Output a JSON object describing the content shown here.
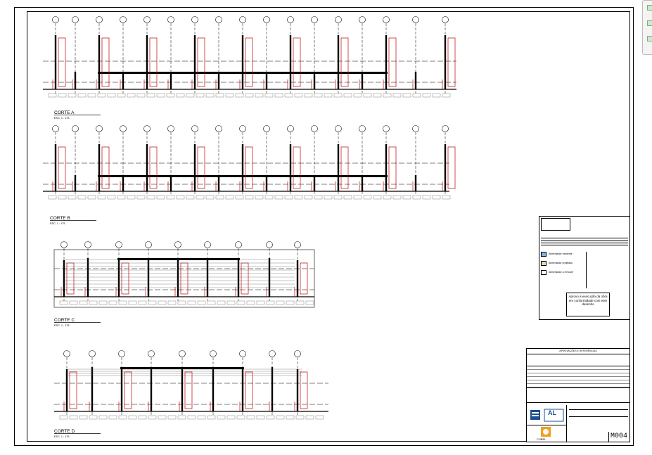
{
  "sections": [
    {
      "id": "A",
      "title": "CORTE A",
      "scale": "ESC. 1 : 175"
    },
    {
      "id": "B",
      "title": "CORTE B",
      "scale": "ESC. 1 : 175"
    },
    {
      "id": "C",
      "title": "CORTE C",
      "scale": "ESC. 1 : 175"
    },
    {
      "id": "D",
      "title": "CORTE D",
      "scale": "ESC. 1 : 175"
    }
  ],
  "legend": {
    "approval_note": "Aprovo a execução da obra em conformidade com este desenho",
    "items": [
      "Alimentador existente",
      "Alimentador projetado",
      "Alimentador a remover"
    ]
  },
  "title_block": {
    "revisions_header": "APROVAÇÕES E REFERÊNCIAS",
    "logo_text": "AL",
    "logo2_text": "CUBEL",
    "sheet_number": "M004"
  },
  "colors": {
    "line": "#000000",
    "highlight": "#c00000",
    "legend_blue": "#7fb3e6",
    "logo_orange": "#f0a020",
    "logo_blue": "#1b4f8f"
  }
}
